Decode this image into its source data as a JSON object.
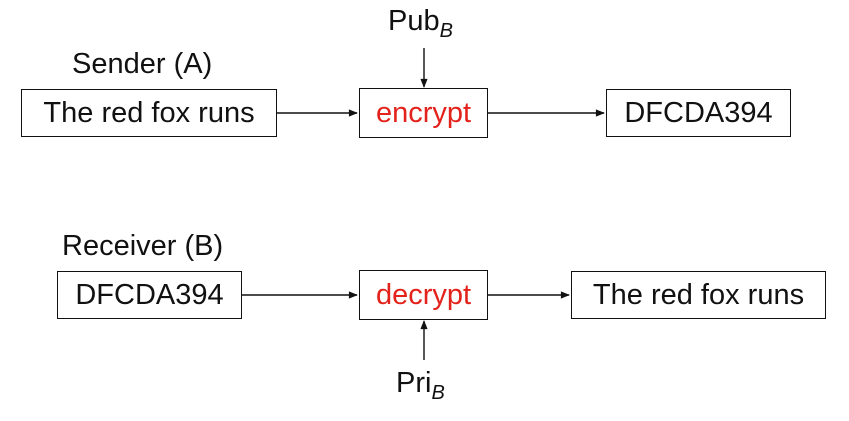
{
  "sender": {
    "title": "Sender (A)",
    "input": "The red fox runs",
    "operation": "encrypt",
    "key_base": "Pub",
    "key_sub": "B",
    "output": "DFCDA394"
  },
  "receiver": {
    "title": "Receiver (B)",
    "input": "DFCDA394",
    "operation": "decrypt",
    "key_base": "Pri",
    "key_sub": "B",
    "output": "The red fox runs"
  },
  "colors": {
    "operation": "#e3221b",
    "line": "#111111"
  }
}
